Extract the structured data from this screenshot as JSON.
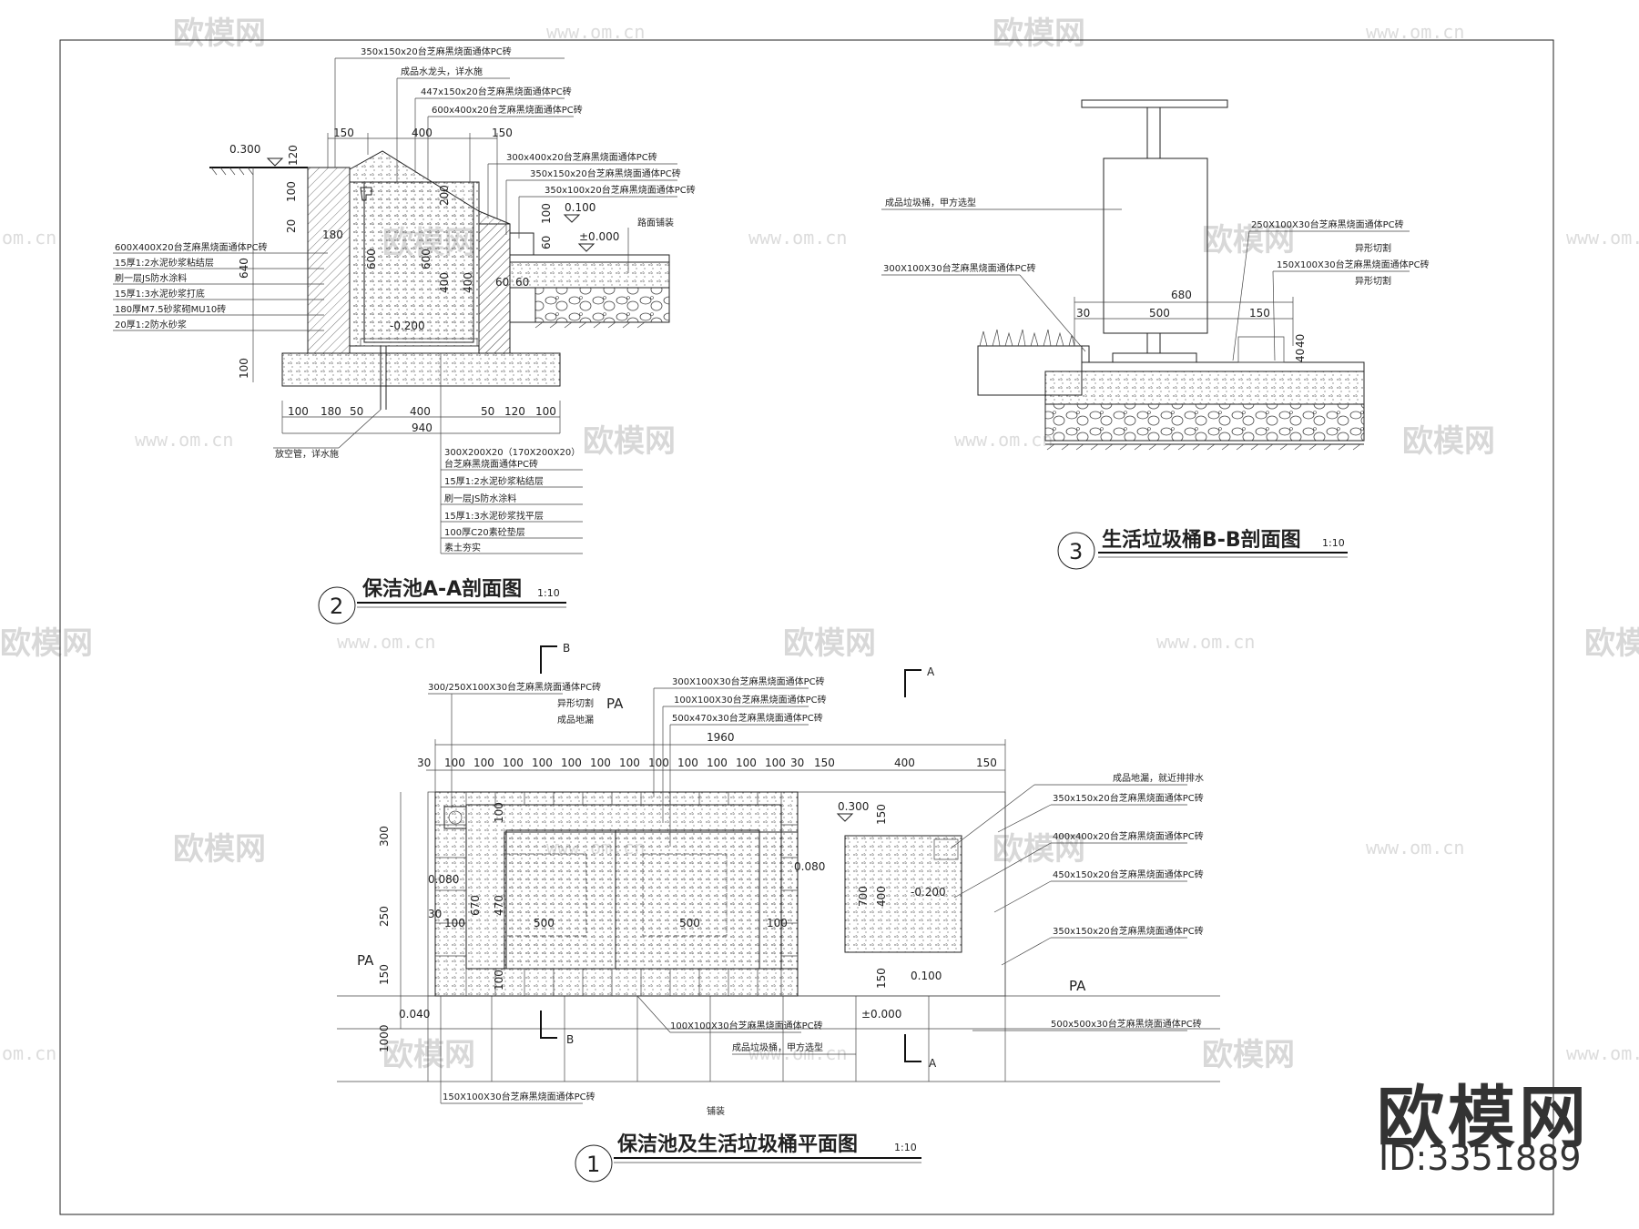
{
  "watermarks": {
    "logo": "欧模网",
    "url": "www.om.cn",
    "url_short": "om.cn"
  },
  "brand": {
    "name": "欧模网",
    "id": "ID:3351889"
  },
  "section_a": {
    "number": "2",
    "title": "保洁池A-A剖面图",
    "scale": "1:10",
    "top_notes": [
      "350x150x20台芝麻黑烧面通体PC砖",
      "成品水龙头，详水施",
      "447x150x20台芝麻黑烧面通体PC砖",
      "600x400x20台芝麻黑烧面通体PC砖"
    ],
    "right_notes": [
      "300x400x20台芝麻黑烧面通体PC砖",
      "350x150x20台芝麻黑烧面通体PC砖",
      "350x100x20台芝麻黑烧面通体PC砖"
    ],
    "paving_note": "路面铺装",
    "left_notes": [
      "600X400X20台芝麻黑烧面通体PC砖",
      "15厚1:2水泥砂浆粘结层",
      "刷一层JS防水涂料",
      "15厚1:3水泥砂浆打底",
      "180厚M7.5砂浆砌MU10砖",
      "20厚1:2防水砂浆"
    ],
    "bottom_notes": [
      "300X200X20（170X200X20）",
      "台芝麻黑烧面通体PC砖",
      "15厚1:2水泥砂浆粘结层",
      "刷一层JS防水涂料",
      "15厚1:3水泥砂浆找平层",
      "100厚C20素砼垫层",
      "素土夯实"
    ],
    "drain_note": "放空管，详水施",
    "top_dims": [
      "150",
      "400",
      "150"
    ],
    "bottom_dims": [
      "100",
      "180",
      "50",
      "400",
      "50",
      "120",
      "100"
    ],
    "total_dim": "940",
    "levels": [
      "0.300",
      "0.100",
      "±0.000",
      "-0.200"
    ],
    "vert_dims": [
      "120",
      "100",
      "180",
      "600",
      "600",
      "200",
      "400",
      "400",
      "640",
      "100",
      "20",
      "100",
      "60",
      "60"
    ]
  },
  "section_b": {
    "number": "3",
    "title": "生活垃圾桶B-B剖面图",
    "scale": "1:10",
    "notes_left": [
      "成品垃圾桶，甲方选型",
      "300X100X30台芝麻黑烧面通体PC砖"
    ],
    "notes_right": [
      "250X100X30台芝麻黑烧面通体PC砖",
      "异形切割",
      "150X100X30台芝麻黑烧面通体PC砖",
      "异形切割"
    ],
    "dims": [
      "680",
      "30",
      "500",
      "150",
      "40",
      "40"
    ]
  },
  "plan": {
    "number": "1",
    "title": "保洁池及生活垃圾桶平面图",
    "scale": "1:10",
    "section_marks": [
      "B",
      "B",
      "A",
      "A"
    ],
    "pa_labels": [
      "PA",
      "PA",
      "PA"
    ],
    "notes_top": [
      "300/250X100X30台芝麻黑烧面通体PC砖",
      "异形切割",
      "成品地漏",
      "300X100X30台芝麻黑烧面通体PC砖",
      "100X100X30台芝麻黑烧面通体PC砖",
      "500x470x30台芝麻黑烧面通体PC砖"
    ],
    "notes_right": [
      "成品地漏，就近排排水",
      "350x150x20台芝麻黑烧面通体PC砖",
      "400x400x20台芝麻黑烧面通体PC砖",
      "450x150x20台芝麻黑烧面通体PC砖",
      "350x150x20台芝麻黑烧面通体PC砖",
      "500x500x30台芝麻黑烧面通体PC砖"
    ],
    "notes_bottom": [
      "100X100X30台芝麻黑烧面通体PC砖",
      "成品垃圾桶，甲方选型",
      "150X100X30台芝麻黑烧面通体PC砖",
      "铺装"
    ],
    "overall": "1960",
    "top_dims": [
      "30",
      "100",
      "100",
      "100",
      "100",
      "100",
      "100",
      "100",
      "100",
      "100",
      "100",
      "100",
      "100",
      "30",
      "150",
      "400",
      "150"
    ],
    "left_dims": [
      "300",
      "250",
      "150",
      "30",
      "1000"
    ],
    "inner_dims": [
      "100",
      "500",
      "500",
      "100",
      "670",
      "470",
      "100",
      "100",
      "700",
      "400",
      "150",
      "150"
    ],
    "levels": [
      "0.300",
      "0.080",
      "0.080",
      "-0.200",
      "0.100",
      "±0.000",
      "0.040"
    ]
  }
}
